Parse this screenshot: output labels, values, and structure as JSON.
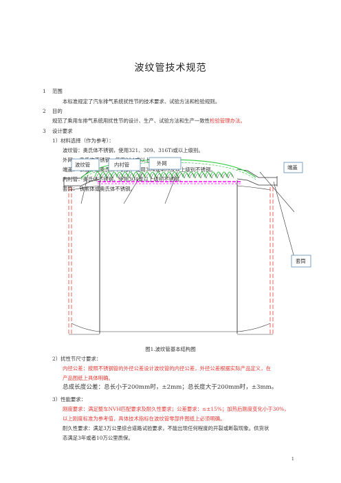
{
  "title": "波纹管技术规范",
  "sections": [
    {
      "num": "1",
      "heading": "范围",
      "text": "本标准规定了汽车排气系统扰性节的技术要求、试验方法和检验规则。"
    },
    {
      "num": "2",
      "heading": "目的",
      "text_black": "规范了乘用车排气系统用扰性节的设计、生产、试验方法和生产一致性",
      "text_red": "检验管理办法。"
    },
    {
      "num": "3",
      "heading": "设计要求"
    }
  ],
  "materials": {
    "heading": "1）材料选择（作为参考）：",
    "lines": [
      "波纹管：奥氏体不锈钢，使用321、309、316Ti或以上级别。",
      "外网：   奥氏体不锈钢，使用304或以上级别不锈钢。",
      "端盖：   铁素体或奥氏体不锈钢，使用304或409及以上级别不锈钢。",
      "内衬管：奥氏体不锈钢，使用304或以上级别不锈钢。",
      "套筒：   铁素体或奥氏体不锈钢。"
    ]
  },
  "figure": {
    "labels": {
      "bellows": "波纹管",
      "liner": "内衬管",
      "mesh": "外网",
      "endcap": "端盖",
      "sleeve": "套筒"
    },
    "caption": "图1.波纹管基本结构图"
  },
  "dimensions": {
    "heading": "2）扰性节尺寸要求：",
    "red_lines": [
      "内径公差：按照不锈钢管的外径公差设计波纹管的内径公差，外径公差根据实际产品定义，在",
      "产品图纸上具体明确。"
    ],
    "length_line": "总成长度公差：总长小于200mm时，±2mm；总长度大于200mm时，±3mm。"
  },
  "performance": {
    "heading": "3）性能要求：",
    "red_lines": [
      "刚度要求：满足整车NVH匹配要求及耐久性要求；公差要求：≤±15%；加热后刚度变化小于30%，",
      "以上刚度标准为参考值，具体技术指标在波纹管零部件图纸上必须明确。"
    ],
    "lines": [
      "耐久性要求：满足3万公里综合道路试验要求，不能出现任何程度的开裂或断裂现象。供货状",
      "态满足3年或者10万公里质保。"
    ]
  },
  "page_number": "1",
  "colors": {
    "mesh_green": "#2ecc40",
    "liner_magenta": "#ff00ff",
    "cut_red": "#e53935",
    "label_border": "#5b8bb5"
  }
}
